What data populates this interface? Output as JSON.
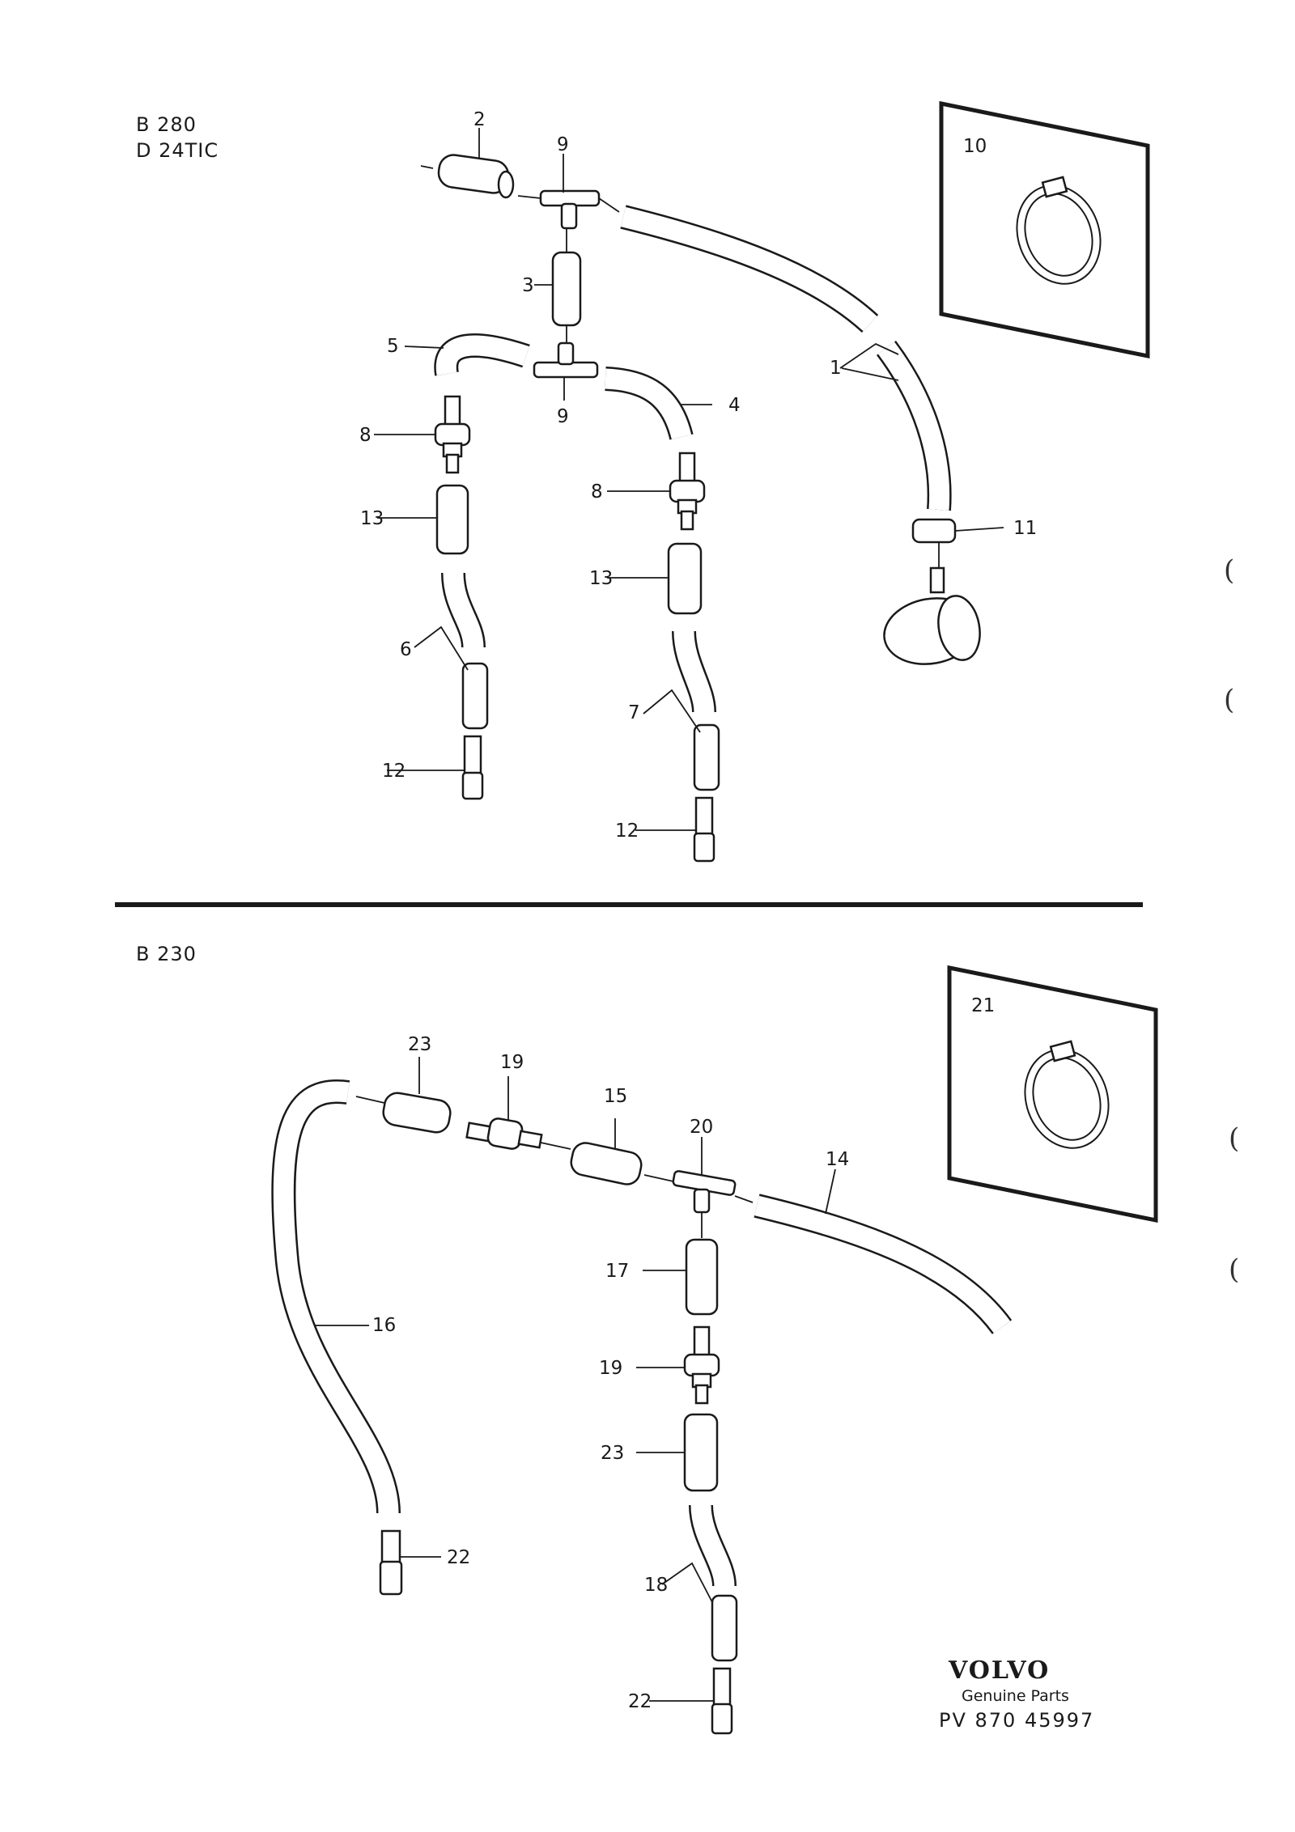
{
  "sections": {
    "top": {
      "models": [
        "B 280",
        "D 24TIC"
      ]
    },
    "bottom": {
      "models": [
        "B 230"
      ]
    }
  },
  "callouts_top": [
    "1",
    "2",
    "3",
    "4",
    "5",
    "6",
    "7",
    "8",
    "8",
    "9",
    "9",
    "10",
    "11",
    "12",
    "12",
    "13",
    "13"
  ],
  "callouts_bottom": [
    "14",
    "15",
    "16",
    "17",
    "18",
    "19",
    "19",
    "20",
    "21",
    "22",
    "22",
    "23",
    "23"
  ],
  "brand": {
    "logo_text": "VOLVO",
    "tagline": "Genuine Parts",
    "code": "PV 870  45997"
  },
  "margin_marks": [
    "(",
    "(",
    "(",
    "("
  ]
}
